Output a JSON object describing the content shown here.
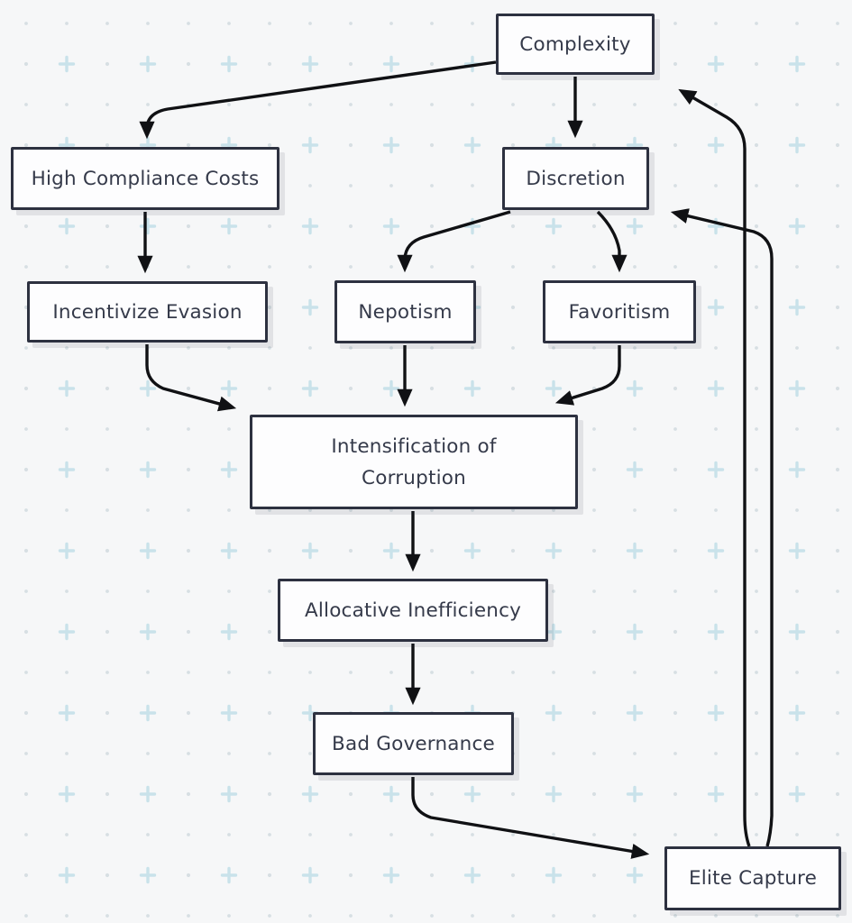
{
  "diagram": {
    "type": "flowchart",
    "nodes": [
      {
        "id": "complexity",
        "label": "Complexity"
      },
      {
        "id": "high-compliance-costs",
        "label": "High Compliance Costs"
      },
      {
        "id": "discretion",
        "label": "Discretion"
      },
      {
        "id": "incentivize-evasion",
        "label": "Incentivize Evasion"
      },
      {
        "id": "nepotism",
        "label": "Nepotism"
      },
      {
        "id": "favoritism",
        "label": "Favoritism"
      },
      {
        "id": "intensification-of-corruption",
        "label": "Intensification of Corruption"
      },
      {
        "id": "allocative-inefficiency",
        "label": "Allocative Inefficiency"
      },
      {
        "id": "bad-governance",
        "label": "Bad Governance"
      },
      {
        "id": "elite-capture",
        "label": "Elite Capture"
      }
    ],
    "edges": [
      {
        "from": "complexity",
        "to": "high-compliance-costs"
      },
      {
        "from": "complexity",
        "to": "discretion"
      },
      {
        "from": "high-compliance-costs",
        "to": "incentivize-evasion"
      },
      {
        "from": "discretion",
        "to": "nepotism"
      },
      {
        "from": "discretion",
        "to": "favoritism"
      },
      {
        "from": "incentivize-evasion",
        "to": "intensification-of-corruption"
      },
      {
        "from": "nepotism",
        "to": "intensification-of-corruption"
      },
      {
        "from": "favoritism",
        "to": "intensification-of-corruption"
      },
      {
        "from": "intensification-of-corruption",
        "to": "allocative-inefficiency"
      },
      {
        "from": "allocative-inefficiency",
        "to": "bad-governance"
      },
      {
        "from": "bad-governance",
        "to": "elite-capture"
      },
      {
        "from": "elite-capture",
        "to": "complexity"
      },
      {
        "from": "elite-capture",
        "to": "discretion"
      }
    ],
    "colors": {
      "bg": "#f6f7f8",
      "node-fill": "#fdfdfe",
      "node-border": "#2d3140",
      "text": "#353a4a",
      "arrow": "#101114",
      "pat-plus": "#c9e2ea",
      "pat-dot": "#d7dfe3"
    }
  }
}
